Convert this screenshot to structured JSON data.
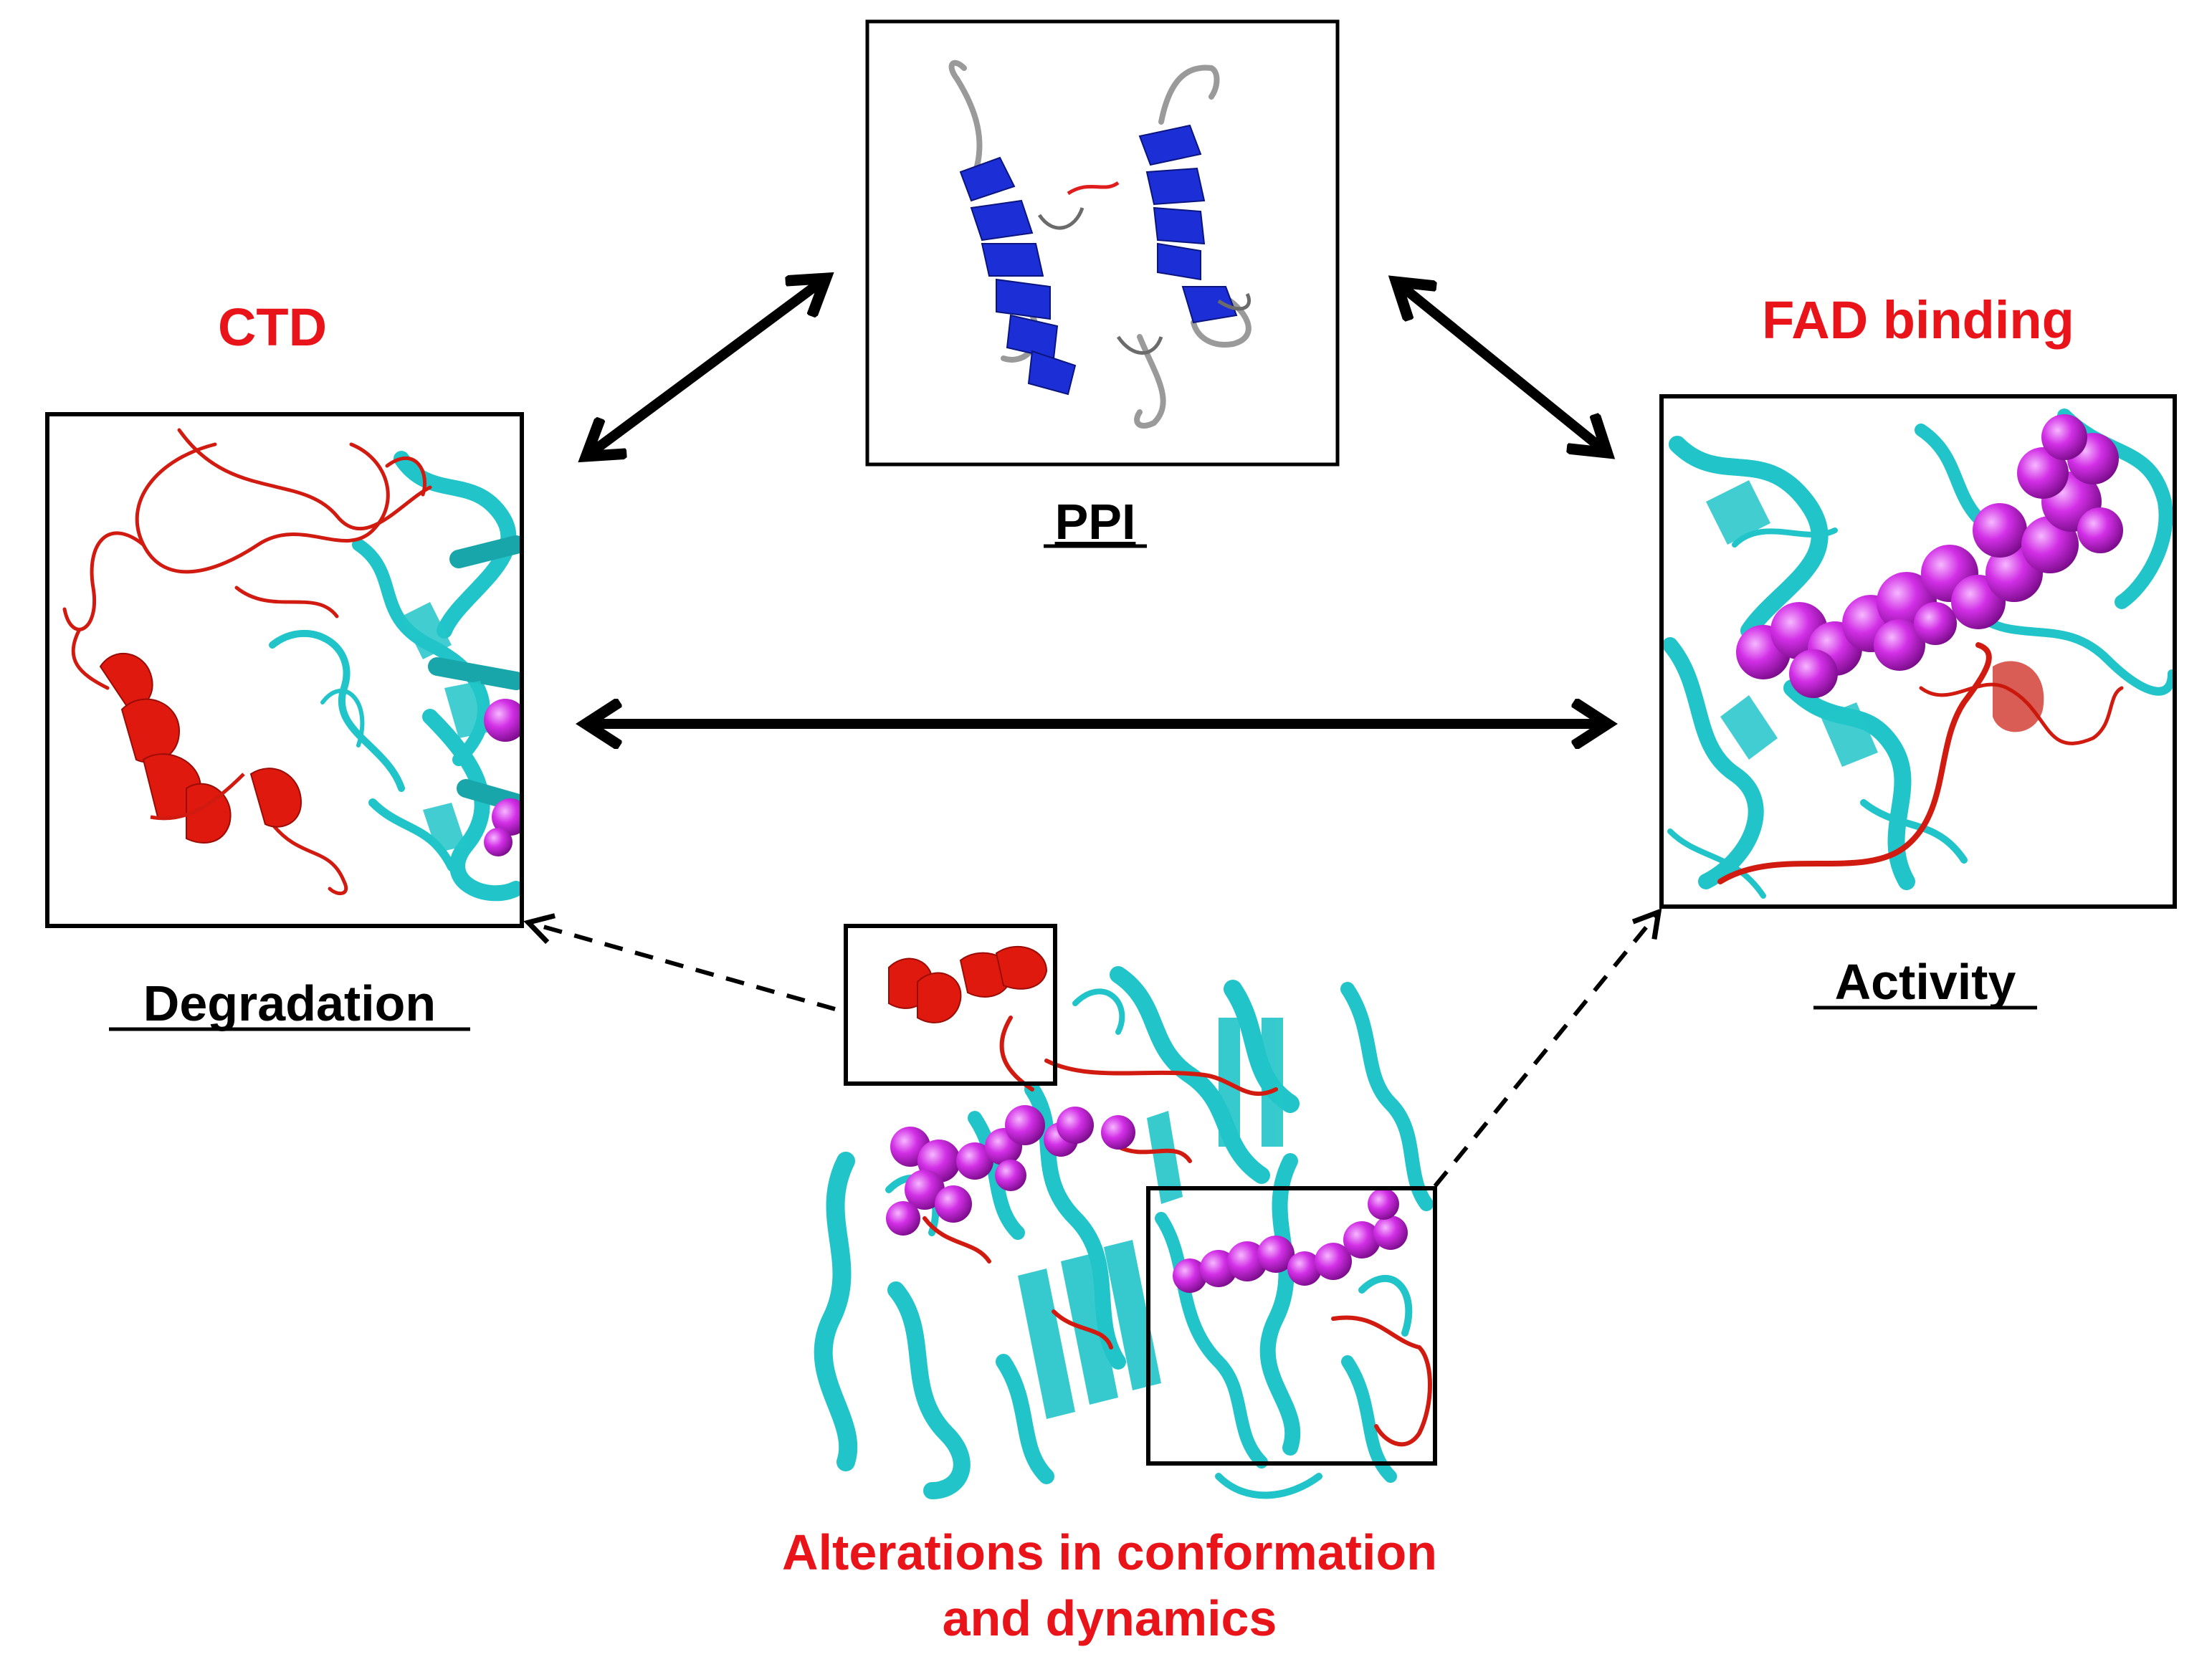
{
  "labels": {
    "ctd": "CTD",
    "fad_binding": "FAD binding",
    "ppi": "PPI",
    "degradation": "Degradation",
    "activity": "Activity",
    "alterations_line1": "Alterations in conformation",
    "alterations_line2": "and dynamics"
  },
  "colors": {
    "label_red": "#e8141a",
    "helix_cyan": "#21c5c9",
    "helix_blue": "#1c2fd6",
    "loop_red": "#d11a10",
    "ligand_magenta": "#d12ee0",
    "frame": "#000000"
  },
  "panels": [
    "ctd-panel",
    "ppi-panel",
    "fad-binding-panel",
    "full-protein-structure"
  ],
  "icons": [
    "protein-ribbon-icon",
    "fad-ligand-spheres-icon",
    "double-arrow-icon",
    "dashed-arrow-icon"
  ]
}
